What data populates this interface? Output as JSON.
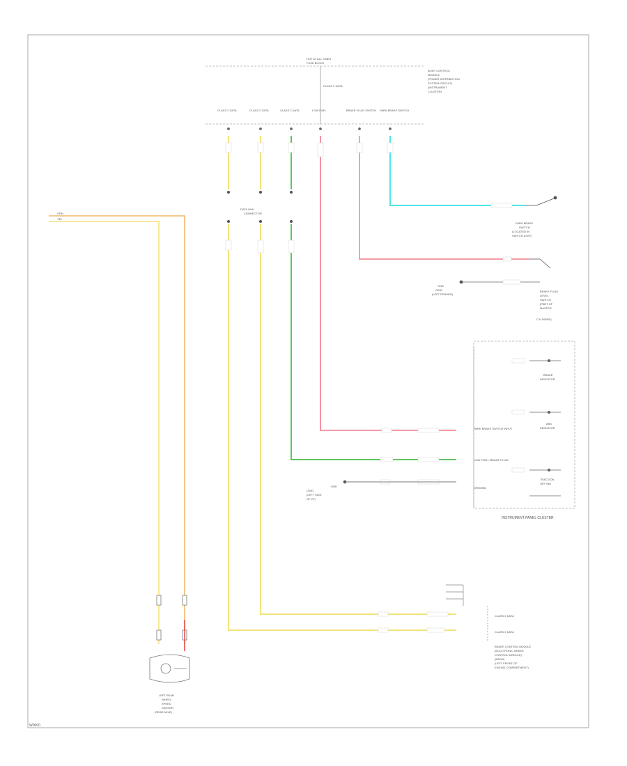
{
  "diagram": {
    "footer_code": "W0000",
    "colors": {
      "frame": "#b8b8b8",
      "line_gray": "#999999",
      "wire_yellow": "#f2e27a",
      "wire_orange": "#f4b86a",
      "wire_green": "#5fc45f",
      "wire_pink": "#f07a8a",
      "wire_cyan": "#4fe6e6",
      "wire_red": "#e35050"
    },
    "labels": {
      "hot_at_all_times": "HOT AT ALL TIMES",
      "fuse_block": "FUSE BLOCK",
      "fuse_wire": "CLASS 2 DATA",
      "bec_note": [
        "BODY CONTROL",
        "MODULE",
        "(POWER DISTRIBUTION",
        "SYSTEM CIRCUIT)",
        "(INSTRUMENT",
        "CLUSTER)"
      ],
      "bcm_pins": [
        "CLASS 2 DATA",
        "CLASS 2 DATA",
        "CLASS 2 DATA",
        "LOW FUEL",
        "BRAKE FLUID SWITCH",
        "PARK BRAKE SWITCH"
      ],
      "junction": [
        "DATA LINK",
        "CONNECTOR"
      ],
      "park_brake": [
        "PARK BRAKE",
        "SWITCH",
        "(LOCATED IN",
        "SWITCH ASSY)"
      ],
      "brake_fluid": [
        "BRAKE FLUID",
        "LEVEL",
        "SWITCH",
        "(PART OF",
        "MASTER",
        "CYLINDER)"
      ],
      "brake_fluid_ground": [
        "GND",
        "G200",
        "(LEFT FENDER)"
      ],
      "cluster_title": "INSTRUMENT PANEL CLUSTER",
      "cluster_items": [
        "BRAKE",
        "INDICATOR",
        "ABS",
        "INDICATOR",
        "TRACTION",
        "OFF IND"
      ],
      "cluster_pins": [
        "PARK BRAKE SWITCH INPUT",
        "LOW FUEL / BRAKE FLUID",
        "GROUND"
      ],
      "cluster_ground": [
        "GND",
        "G200",
        "(LEFT SIDE",
        "OF I/P)"
      ],
      "abs_module_title": [
        "BRAKE CONTROL MODULE",
        "(ELECTRONIC BRAKE",
        "CONTROL MODULE)",
        "(EBCM)",
        "(LEFT FRONT OF",
        "ENGINE COMPARTMENT)"
      ],
      "abs_pins": [
        "CLASS 2 DATA",
        "CLASS 2 DATA"
      ],
      "wheel_sensor": [
        "LEFT REAR",
        "WHEEL",
        "SPEED",
        "SENSOR",
        "(REAR AXLE)"
      ],
      "wheel_wires": [
        "YEL",
        "ORN"
      ]
    }
  }
}
